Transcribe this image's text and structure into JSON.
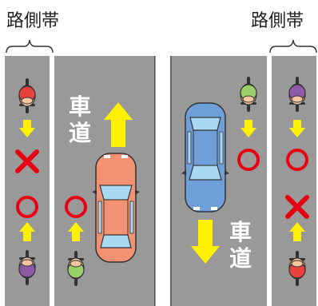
{
  "labels": {
    "shoulder_left": "路側帯",
    "shoulder_right": "路側帯",
    "roadway_left_1": "車",
    "roadway_left_2": "道",
    "roadway_right_1": "車",
    "roadway_right_2": "道"
  },
  "colors": {
    "road": "#999999",
    "lane_divider": "#ffffff",
    "center_line": "#555555",
    "arrow_yellow": "#fff100",
    "mark_red": "#e60012",
    "car_left_body": "#f39272",
    "car_right_body": "#6f9fd8",
    "car_glass": "#a9d9f2",
    "helmet_red": "#e8413b",
    "helmet_purple": "#8e5aa8",
    "helmet_green": "#9ad06a",
    "text": "#ffffff",
    "heading": "#222222"
  },
  "marks": {
    "left_shoulder_top": "cross-mark",
    "left_shoulder_bottom": "circle-mark",
    "left_lane_bicycle": "circle-mark",
    "right_lane_bicycle": "circle-mark",
    "right_shoulder_top": "circle-mark",
    "right_shoulder_bottom": "cross-mark"
  }
}
